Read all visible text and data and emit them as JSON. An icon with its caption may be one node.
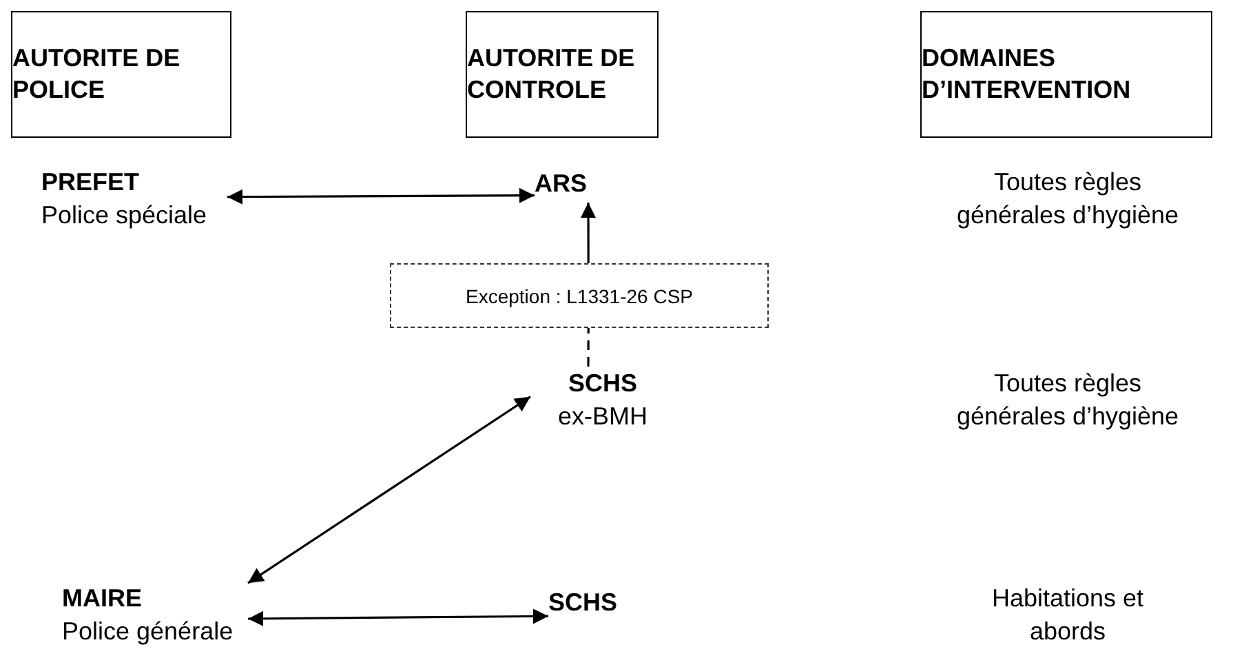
{
  "diagram": {
    "nodes": [
      {
        "text": [
          "AUTORITE DE POLICE"
        ]
      },
      {
        "text": [
          "AUTORITE DE CONTROLE"
        ]
      },
      {
        "text": [
          "DOMAINES D’INTERVENTION"
        ]
      },
      {
        "text": [
          "PREFET",
          "Police spéciale"
        ]
      },
      {
        "text": [
          "ARS"
        ]
      },
      {
        "text": [
          "Exception : L1331-26 CSP"
        ]
      },
      {
        "text": [
          "SCHS",
          "ex-BMH"
        ]
      },
      {
        "text": [
          "MAIRE",
          "Police générale"
        ]
      },
      {
        "text": [
          "SCHS"
        ]
      }
    ],
    "edges": [
      {
        "from": 3,
        "to": 4,
        "arrow": "both"
      },
      {
        "from": 6,
        "to": 5,
        "arrow": "none",
        "style": "dashed"
      },
      {
        "from": 5,
        "to": 4,
        "arrow": "to"
      },
      {
        "from": 6,
        "to": 7,
        "arrow": "both"
      },
      {
        "from": 7,
        "to": 8,
        "arrow": "both"
      }
    ],
    "labels": [
      "Toutes règles générales d’hygiène",
      "Toutes règles générales d’hygiène",
      "Habitations et abords"
    ]
  }
}
